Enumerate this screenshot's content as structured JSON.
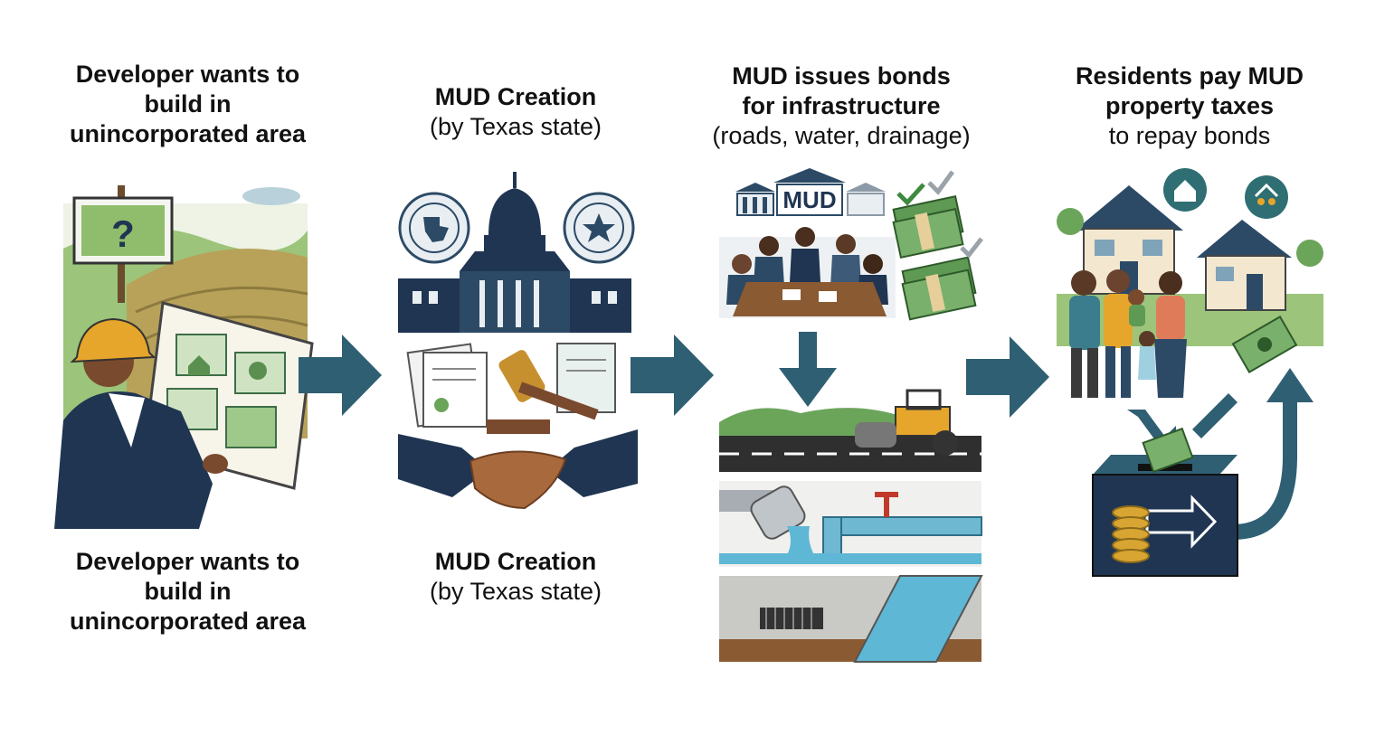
{
  "steps": [
    {
      "title_lines": [
        "Developer wants to",
        "build in",
        "unincorporated area"
      ],
      "subtitle": "",
      "caption_lines": [
        "Developer wants to",
        "build in",
        "unincorporated area"
      ]
    },
    {
      "title_lines": [
        "MUD Creation"
      ],
      "subtitle": "(by Texas state)",
      "caption_lines": [
        "MUD Creation"
      ],
      "caption_subtitle": "(by Texas state)"
    },
    {
      "title_lines": [
        "MUD issues bonds",
        "for infrastructure"
      ],
      "subtitle": "(roads, water, drainage)",
      "building_sign": "MUD"
    },
    {
      "title_lines": [
        "Residents pay MUD",
        "property taxes"
      ],
      "subtitle": "to repay bonds"
    }
  ],
  "sign_text": "?",
  "colors": {
    "navy": "#1f3552",
    "teal_arrow": "#2f5f73",
    "green_money": "#5f9a55",
    "hard_hat": "#e6a52b",
    "water": "#5fb7d6"
  },
  "icons": [
    "question-sign-icon",
    "capitol-icon",
    "texas-seal-icon",
    "gavel-icon",
    "handshake-icon",
    "bank-icon",
    "money-stack-icon",
    "checkmark-icon",
    "road-roller-icon",
    "pipe-icon",
    "storm-drain-icon",
    "house-icon",
    "family-icon",
    "tax-box-icon",
    "coin-stack-icon"
  ]
}
